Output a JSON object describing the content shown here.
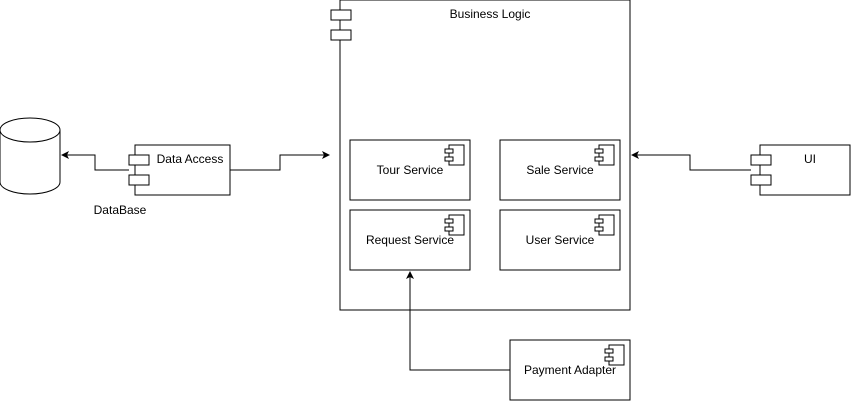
{
  "diagram": {
    "colors": {
      "stroke": "#000000",
      "fill": "#ffffff",
      "text": "#000000"
    },
    "nodes": {
      "database": {
        "label": "DataBase",
        "shape": "cylinder"
      },
      "data_access": {
        "label": "Data Access",
        "shape": "uml-component"
      },
      "business_logic": {
        "label": "Business Logic",
        "shape": "uml-component"
      },
      "tour_service": {
        "label": "Tour Service",
        "shape": "uml-component"
      },
      "sale_service": {
        "label": "Sale Service",
        "shape": "uml-component"
      },
      "request_service": {
        "label": "Request Service",
        "shape": "uml-component"
      },
      "user_service": {
        "label": "User Service",
        "shape": "uml-component"
      },
      "ui": {
        "label": "UI",
        "shape": "uml-component"
      },
      "payment_adapter": {
        "label": "Payment Adapter",
        "shape": "uml-component"
      }
    },
    "edges": [
      {
        "from": "data_access",
        "to": "database"
      },
      {
        "from": "data_access",
        "to": "business_logic"
      },
      {
        "from": "ui",
        "to": "business_logic"
      },
      {
        "from": "payment_adapter",
        "to": "request_service"
      }
    ]
  }
}
